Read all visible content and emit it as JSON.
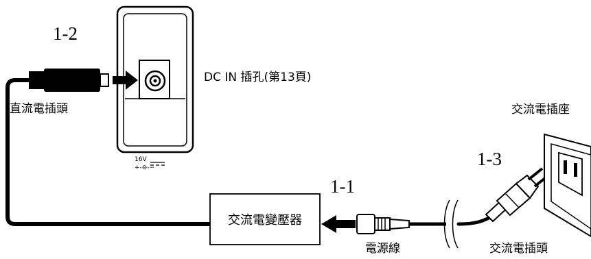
{
  "steps": {
    "step_1_1": "1-1",
    "step_1_2": "1-2",
    "step_1_3": "1-3"
  },
  "labels": {
    "dc_in_jack": "DC IN 插孔(第13頁)",
    "dc_plug": "直流電插頭",
    "ac_outlet": "交流電插座",
    "ac_adaptor": "交流電變壓器",
    "power_cord": "電源線",
    "ac_plug": "交流電插頭",
    "voltage": "16V"
  },
  "icons": {
    "polarity": "center-positive-polarity-icon",
    "dc": "dc-symbol-icon",
    "arrow": "direction-arrow-icon"
  }
}
